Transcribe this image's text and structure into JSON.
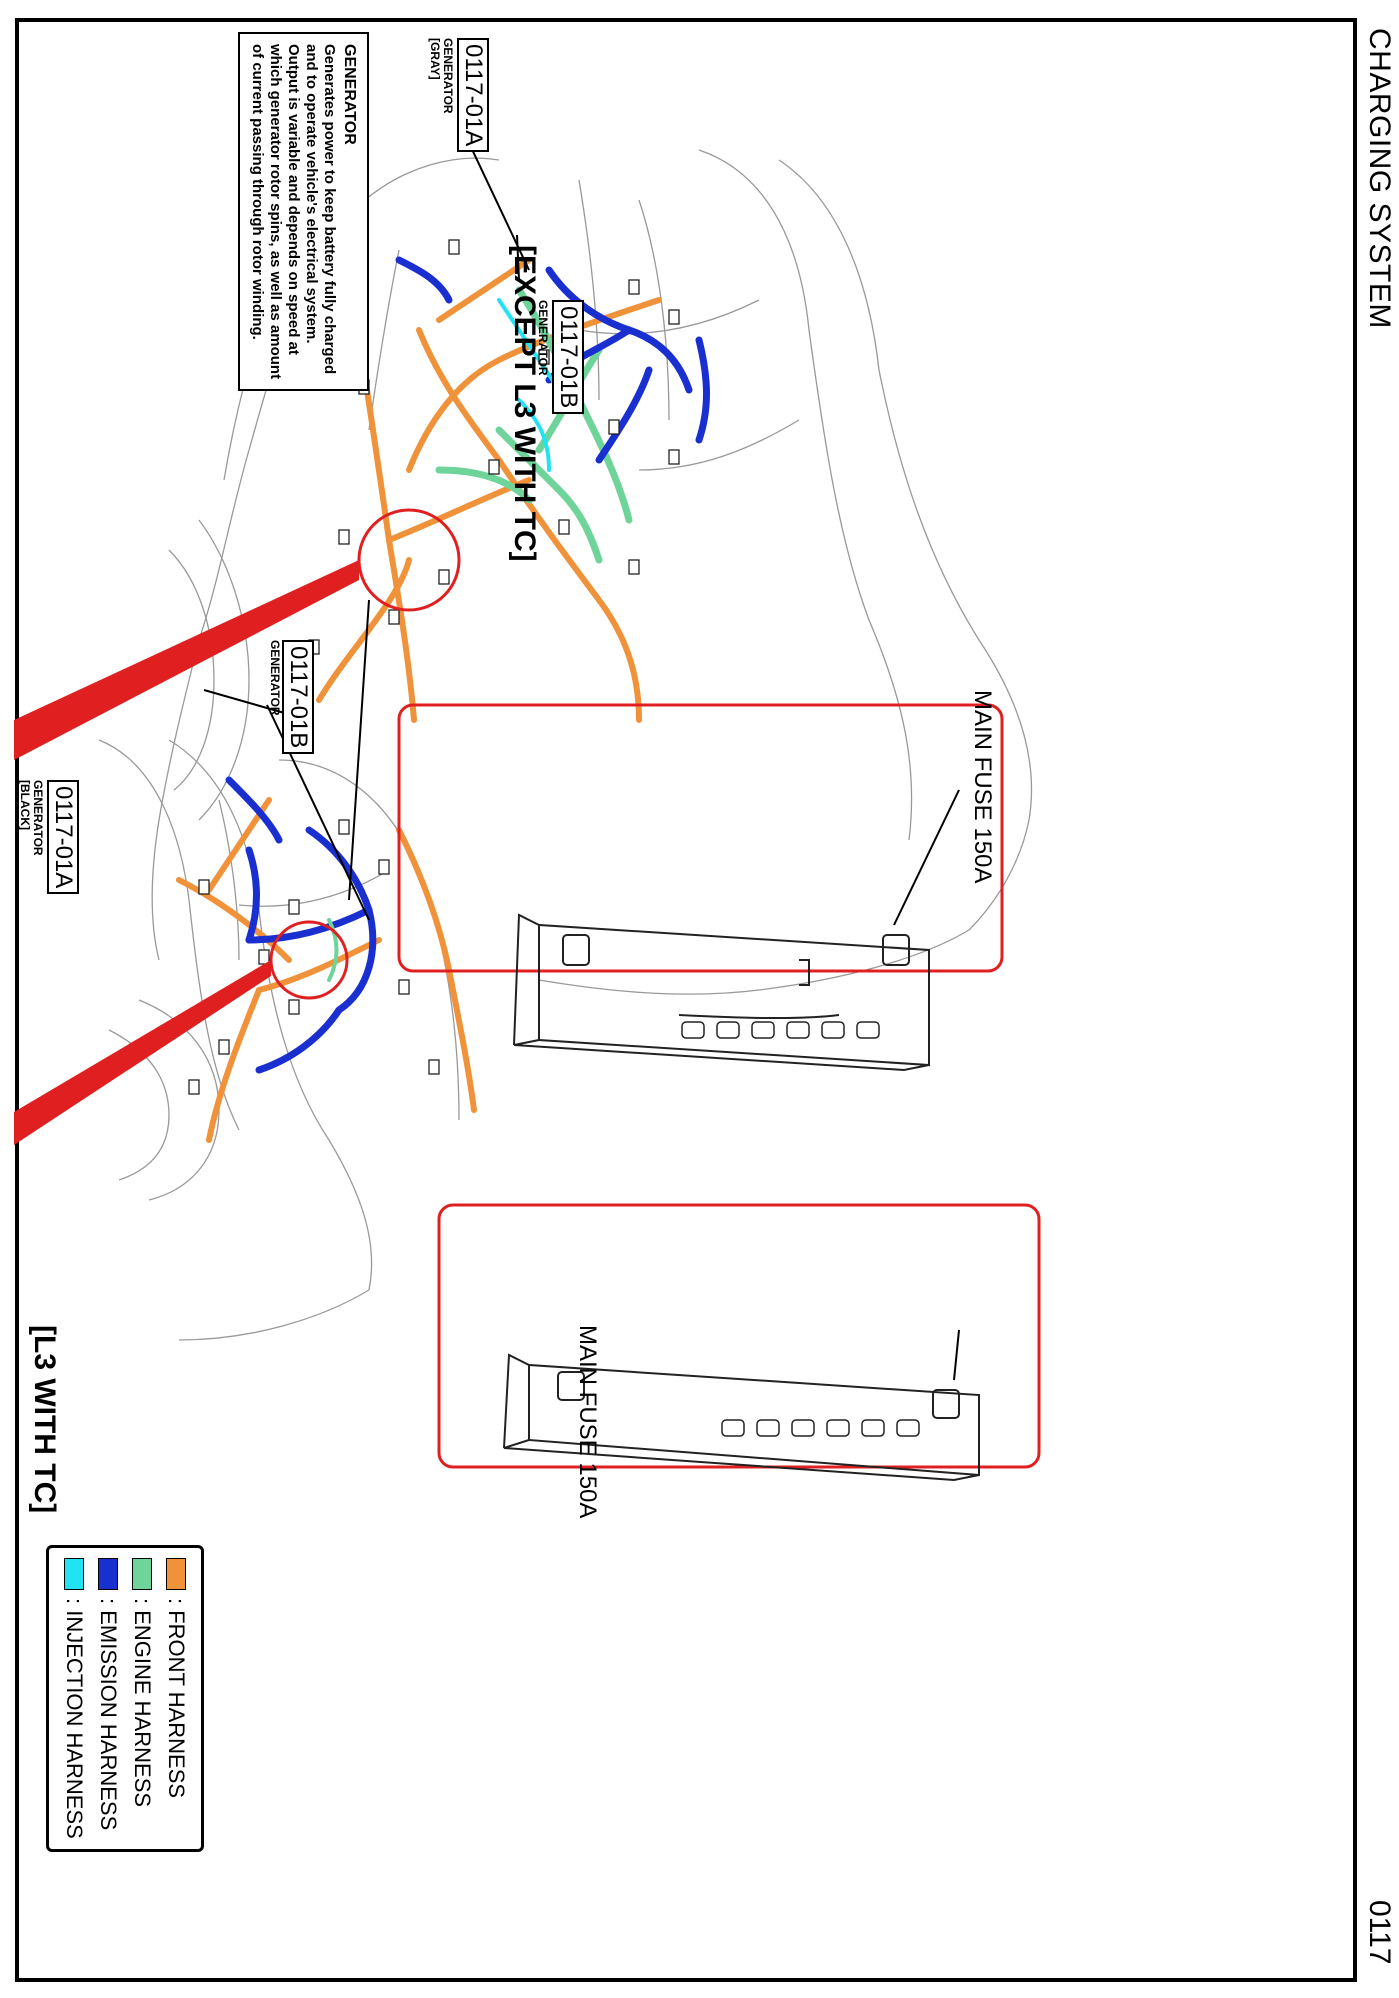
{
  "header": {
    "title": "CHARGING SYSTEM",
    "page_number": "0117"
  },
  "sections": {
    "upper": {
      "label": "[EXCEPT L3 WITH TC]"
    },
    "lower": {
      "label": "[L3 WITH TC]"
    }
  },
  "connectors": {
    "upper_a": {
      "code": "0117-01A",
      "label_line1": "GENERATOR",
      "label_line2": "[GRAY]"
    },
    "upper_b": {
      "code": "0117-01B",
      "label_line1": "GENERATOR"
    },
    "lower_a": {
      "code": "0117-01A",
      "label_line1": "GENERATOR",
      "label_line2": "[BLACK]"
    },
    "lower_b": {
      "code": "0117-01B",
      "label_line1": "GENERATOR"
    }
  },
  "info_box": {
    "title": "GENERATOR",
    "lines": [
      "Generates power to keep battery fully charged",
      "and to operate vehicle's electrical system.",
      "Output is variable and depends on speed at",
      "which generator rotor spins, as well as amount",
      "of current passing through rotor winding."
    ]
  },
  "fuse": {
    "upper_label": "MAIN FUSE 150A",
    "lower_label": "MAIN FUSE 150A"
  },
  "legend": {
    "items": [
      {
        "label": ": FRONT HARNESS",
        "color": "#f0923a"
      },
      {
        "label": ": ENGINE HARNESS",
        "color": "#6fd49a"
      },
      {
        "label": ": EMISSION HARNESS",
        "color": "#1a2fd0"
      },
      {
        "label": ": INJECTION HARNESS",
        "color": "#22e3f2"
      }
    ]
  },
  "colors": {
    "highlight": "#e02020",
    "front": "#f0923a",
    "engine": "#6fd49a",
    "emission": "#1a2fd0",
    "injection": "#22e3f2"
  }
}
